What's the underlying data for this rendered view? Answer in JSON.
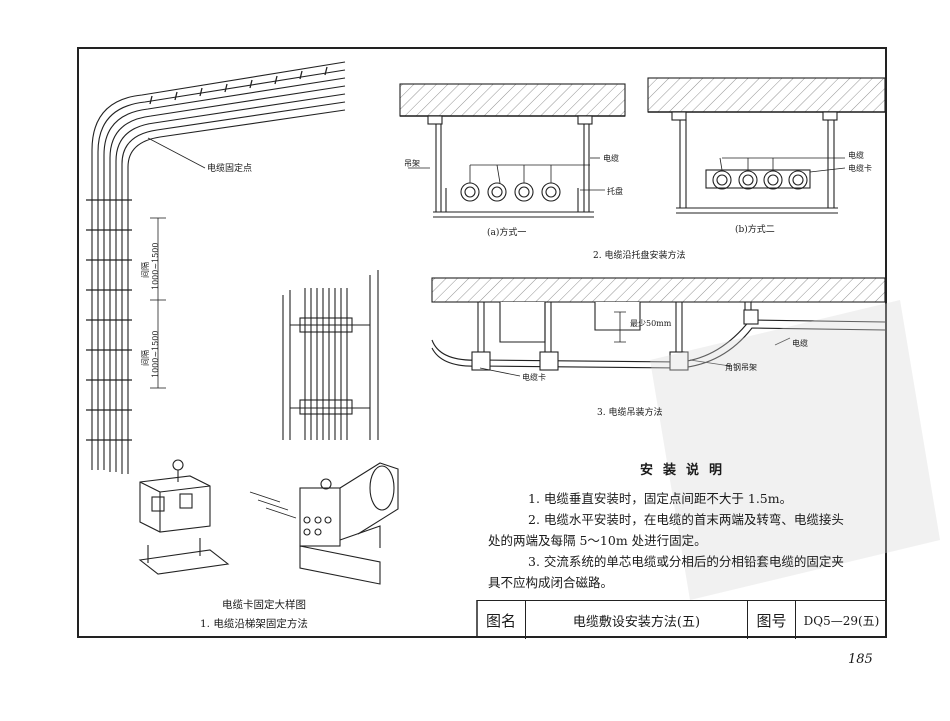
{
  "fig1": {
    "fixing_point_label": "电缆固定点",
    "spacing_label_top": "间隔\n1000~1500",
    "spacing_label_bottom": "间隔\n1000~1500",
    "detail_caption": "电缆卡固定大样图",
    "caption": "1. 电缆沿梯架固定方法"
  },
  "fig2": {
    "hanger_label": "吊架",
    "cable_label_a": "电缆",
    "tray_label": "托盘",
    "cable_label_b": "电缆",
    "clip_label_b": "电缆卡",
    "sub_a": "(a)方式一",
    "sub_b": "(b)方式二",
    "caption": "2. 电缆沿托盘安装方法"
  },
  "fig3": {
    "min_label": "最少50mm",
    "cable_label": "电缆",
    "angle_hanger_label": "角钢吊架",
    "clip_label": "电缆卡",
    "caption": "3. 电缆吊装方法"
  },
  "notes": {
    "title": "安装说明",
    "n1": "1. 电缆垂直安装时，固定点间距不大于 1.5m。",
    "n2a": "2. 电缆水平安装时，在电缆的首末两端及转弯、电缆接头",
    "n2b": "处的两端及每隔 5～10m 处进行固定。",
    "n3a": "3. 交流系统的单芯电缆或分相后的分相铅套电缆的固定夹",
    "n3b": "具不应构成闭合磁路。"
  },
  "title_block": {
    "name_label": "图名",
    "name_value": "电缆敷设安装方法(五)",
    "num_label": "图号",
    "num_value": "DQ5—29(五)"
  },
  "page_number": "185",
  "colors": {
    "ink": "#1a1a1a",
    "hatch": "#555555",
    "watermark": "#d8d8d8"
  }
}
